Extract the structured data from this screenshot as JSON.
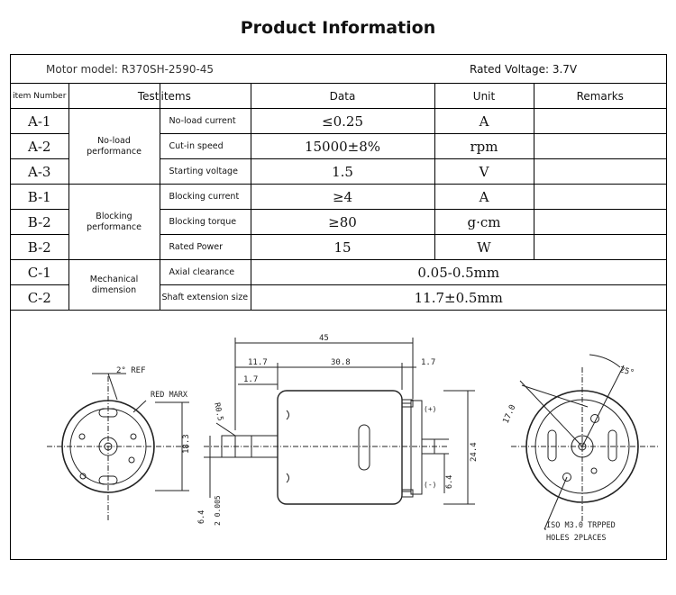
{
  "page": {
    "title": "Product Information"
  },
  "header": {
    "motor_model": "Motor model: R370SH-2590-45",
    "rated_voltage": "Rated Voltage: 3.7V"
  },
  "table": {
    "columns": [
      "item Number",
      "Test",
      "items",
      "Data",
      "Unit",
      "Remarks"
    ],
    "groups": {
      "a": "No-load performance",
      "b": "Blocking performance",
      "c": "Mechanical dimension"
    },
    "rows": [
      {
        "id": "A-1",
        "item": "No-load current",
        "data": "≤0.25",
        "unit": "A",
        "remarks": ""
      },
      {
        "id": "A-2",
        "item": "Cut-in speed",
        "data": "15000±8%",
        "unit": "rpm",
        "remarks": ""
      },
      {
        "id": "A-3",
        "item": "Starting voltage",
        "data": "1.5",
        "unit": "V",
        "remarks": ""
      },
      {
        "id": "B-1",
        "item": "Blocking current",
        "data": "≥4",
        "unit": "A",
        "remarks": ""
      },
      {
        "id": "B-2",
        "item": "Blocking torque",
        "data": "≥80",
        "unit": "g·cm",
        "remarks": ""
      },
      {
        "id": "B-2",
        "item": "Rated Power",
        "data": "15",
        "unit": "W",
        "remarks": ""
      },
      {
        "id": "C-1",
        "item": "Axial clearance",
        "data": "0.05-0.5mm"
      },
      {
        "id": "C-2",
        "item": "Shaft extension size",
        "data": "11.7±0.5mm"
      }
    ]
  },
  "drawing": {
    "left_ref_angle": "2° REF",
    "red_mark": "RED MARX",
    "dia_18_3": "18.3",
    "dim_45": "45",
    "dim_11_7": "11.7",
    "dim_30_8": "30.8",
    "dim_1_7_right": "1.7",
    "dim_1_7_left": "1.7",
    "dim_r0_5": "R0.5",
    "dim_shaft_top": "6.4",
    "dim_shaft_bot": "2 0.005",
    "plus_label": "(+)",
    "minus_label": "(-)",
    "dia_24_4": "24.4",
    "dia_6_4_right": "6.4",
    "dim_17_0": "17.0",
    "dim_25": "25°",
    "iso_line1": "ISO M3.0 TRPPED",
    "iso_line2": "HOLES 2PLACES"
  }
}
